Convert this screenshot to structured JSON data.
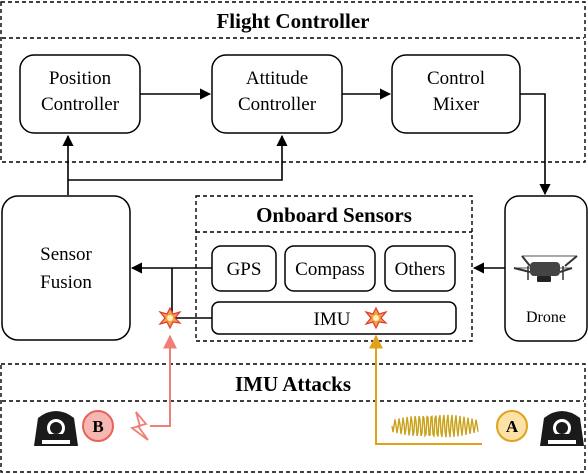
{
  "flight_controller": {
    "title": "Flight Controller",
    "position_controller": [
      "Position",
      "Controller"
    ],
    "attitude_controller": [
      "Attitude",
      "Controller"
    ],
    "control_mixer": [
      "Control",
      "Mixer"
    ]
  },
  "sensor_fusion": [
    "Sensor",
    "Fusion"
  ],
  "onboard_sensors": {
    "title": "Onboard Sensors",
    "gps": "GPS",
    "compass": "Compass",
    "others": "Others",
    "imu": "IMU"
  },
  "drone": {
    "label": "Drone"
  },
  "imu_attacks": {
    "title": "IMU Attacks",
    "attack_a": "A",
    "attack_b": "B"
  },
  "colors": {
    "attack_a": "#e0a21a",
    "attack_b": "#f07f7a",
    "wave": "#caa21a"
  }
}
